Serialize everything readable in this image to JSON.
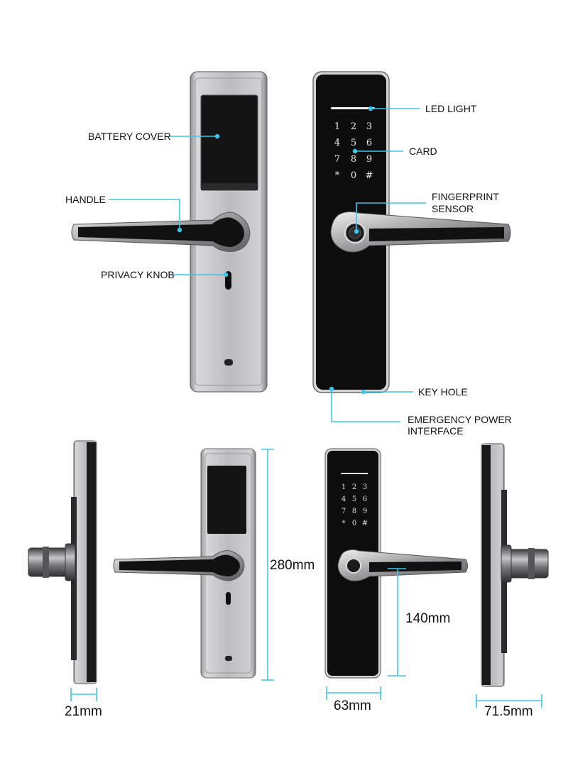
{
  "colors": {
    "callout": "#3cc6ea",
    "silver": "#b9b9bb",
    "black_panel": "#111111"
  },
  "labels": {
    "battery_cover": "BATTERY COVER",
    "handle": "HANDLE",
    "privacy_knob": "PRIVACY KNOB",
    "led_light": "LED LIGHT",
    "card": "CARD",
    "fingerprint_line1": "FINGERPRINT",
    "fingerprint_line2": "SENSOR",
    "key_hole": "KEY HOLE",
    "emergency_line1": "EMERGENCY POWER",
    "emergency_line2": "INTERFACE"
  },
  "keypad": [
    "1",
    "2",
    "3",
    "4",
    "5",
    "6",
    "7",
    "8",
    "9",
    "*",
    "0",
    "#"
  ],
  "dimensions": {
    "height_total": "280mm",
    "handle_height": "140mm",
    "thickness": "21mm",
    "width_front": "63mm",
    "depth": "71.5mm"
  }
}
